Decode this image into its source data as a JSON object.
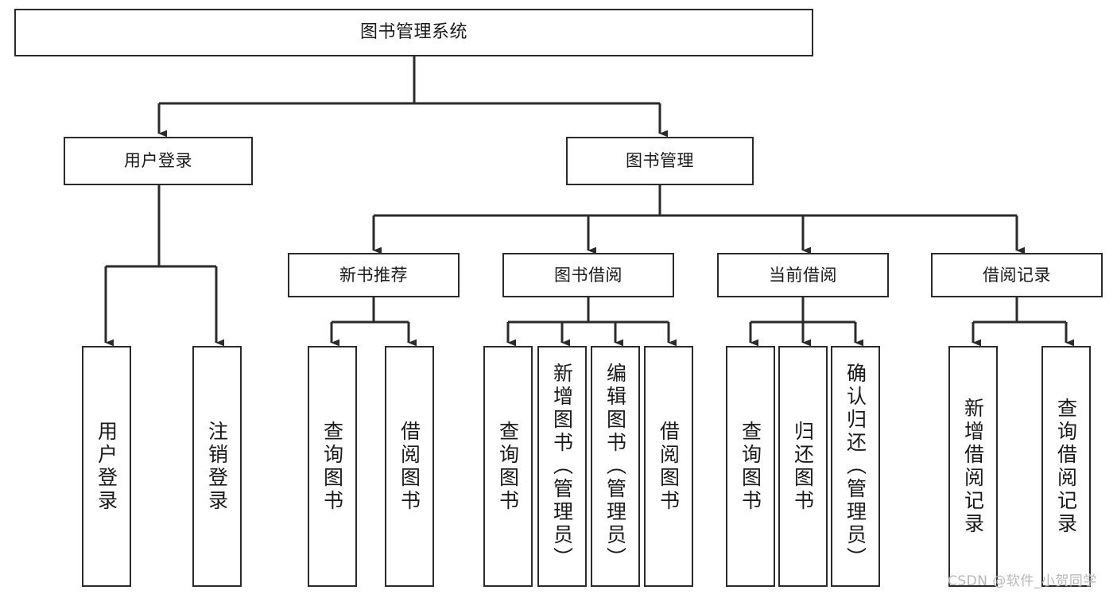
{
  "diagram": {
    "title": "图书管理系统",
    "type": "tree-hierarchy-chart",
    "colors": {
      "stroke": "#2b2b2b",
      "fill": "#ffffff",
      "text": "#1a1a1a",
      "watermark": "#b8b8b8"
    },
    "root": {
      "label": "图书管理系统"
    },
    "level2": [
      {
        "label": "用户登录"
      },
      {
        "label": "图书管理"
      }
    ],
    "level3": [
      {
        "label": "新书推荐"
      },
      {
        "label": "图书借阅"
      },
      {
        "label": "当前借阅"
      },
      {
        "label": "借阅记录"
      }
    ],
    "leaves": {
      "user_login": [
        {
          "label": "用户登录"
        },
        {
          "label": "注销登录"
        }
      ],
      "new_book_recommend": [
        {
          "label": "查询图书"
        },
        {
          "label": "借阅图书"
        }
      ],
      "book_borrow": [
        {
          "label": "查询图书"
        },
        {
          "label": "新增图书（管理员）"
        },
        {
          "label": "编辑图书（管理员）"
        },
        {
          "label": "借阅图书"
        }
      ],
      "current_borrow": [
        {
          "label": "查询图书"
        },
        {
          "label": "归还图书"
        },
        {
          "label": "确认归还（管理员）"
        }
      ],
      "borrow_record": [
        {
          "label": "新增借阅记录"
        },
        {
          "label": "查询借阅记录"
        }
      ]
    }
  },
  "watermark": {
    "text": "CSDN @软件_小贺同学"
  }
}
